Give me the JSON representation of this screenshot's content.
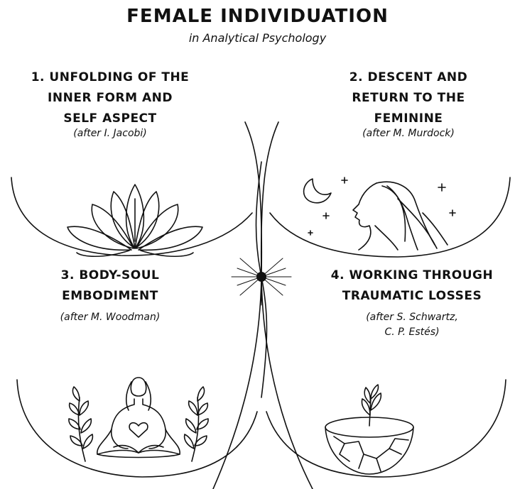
{
  "header": {
    "title": "FEMALE INDIVIDUATION",
    "subtitle": "in Analytical Psychology"
  },
  "quadrants": [
    {
      "title": "1. UNFOLDING OF THE\nINNER FORM AND\nSELF ASPECT",
      "author": "(after I. Jacobi)",
      "icon": "lotus-icon"
    },
    {
      "title": "2. DESCENT AND\nRETURN TO THE\nFEMININE",
      "author": "(after M. Murdock)",
      "icon": "moon-woman-icon"
    },
    {
      "title": "3. BODY-SOUL\nEMBODIMENT",
      "author": "(after M. Woodman)",
      "icon": "meditating-woman-icon"
    },
    {
      "title": "4. WORKING THROUGH\nTRAUMATIC LOSSES",
      "author": "(after S. Schwartz,\nC. P. Estés)",
      "icon": "mended-bowl-icon"
    }
  ],
  "colors": {
    "ink": "#111111",
    "background": "#ffffff"
  }
}
